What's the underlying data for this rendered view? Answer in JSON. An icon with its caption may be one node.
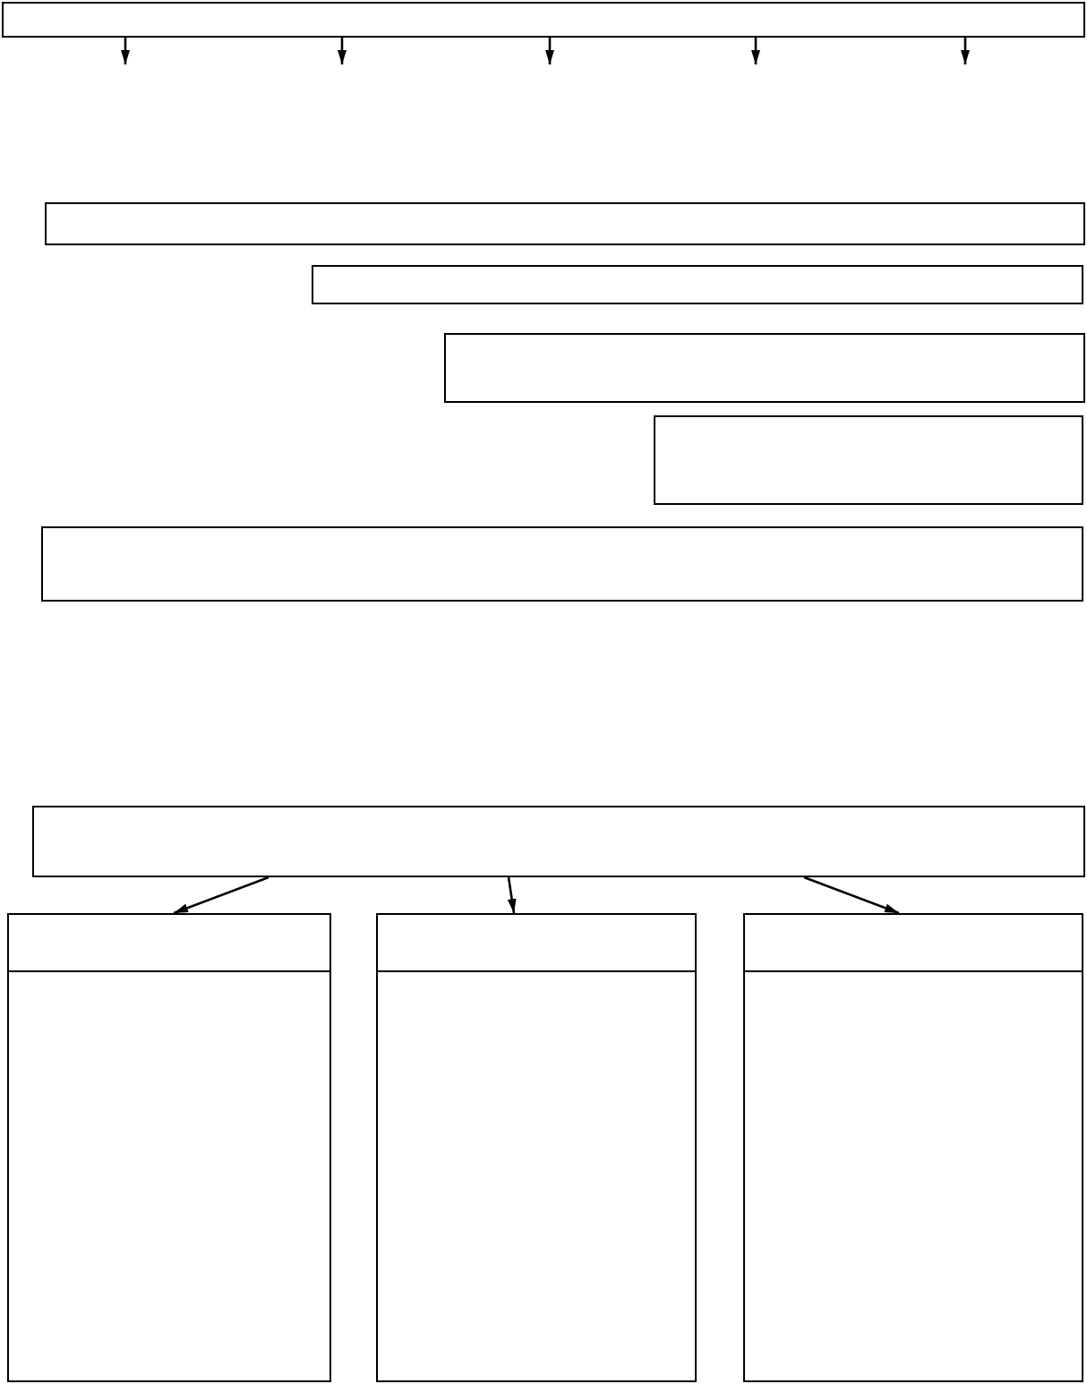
{
  "diagram": {
    "nodes": [
      {
        "text": [],
        "shape": "box"
      },
      {
        "text": [],
        "shape": "box"
      },
      {
        "text": [],
        "shape": "box"
      },
      {
        "text": [],
        "shape": "box"
      },
      {
        "text": [],
        "shape": "box"
      },
      {
        "text": [],
        "shape": "box"
      },
      {
        "text": [],
        "shape": "box"
      },
      {
        "text": [],
        "shape": "box"
      },
      {
        "text": [],
        "shape": "box"
      },
      {
        "text": [],
        "shape": "box"
      }
    ],
    "edges": [
      {
        "from": 0,
        "to": null,
        "arrow": "to"
      },
      {
        "from": 0,
        "to": null,
        "arrow": "to"
      },
      {
        "from": 0,
        "to": null,
        "arrow": "to"
      },
      {
        "from": 0,
        "to": null,
        "arrow": "to"
      },
      {
        "from": 0,
        "to": null,
        "arrow": "to"
      },
      {
        "from": 6,
        "to": 7,
        "arrow": "to"
      },
      {
        "from": 6,
        "to": 8,
        "arrow": "to"
      },
      {
        "from": 6,
        "to": 9,
        "arrow": "to"
      }
    ]
  }
}
